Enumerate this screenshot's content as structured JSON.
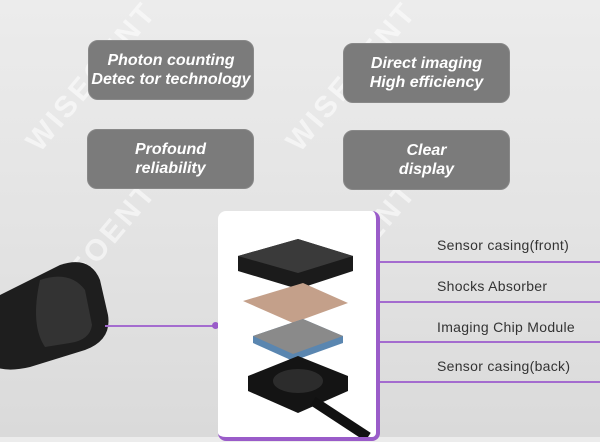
{
  "watermark": "WISEOENT",
  "features": [
    {
      "line1": "Photon counting",
      "line2": "Detec tor technology"
    },
    {
      "line1": "Direct imaging",
      "line2": "High efficiency"
    },
    {
      "line1": "Profound",
      "line2": "reliability"
    },
    {
      "line1": "Clear",
      "line2": "display"
    }
  ],
  "components": [
    "Sensor casing(front)",
    "Shocks Absorber",
    "Imaging Chip Module",
    "Sensor casing(back)"
  ],
  "colors": {
    "accent": "#9a5cc9",
    "box": "#7b7b7b"
  }
}
